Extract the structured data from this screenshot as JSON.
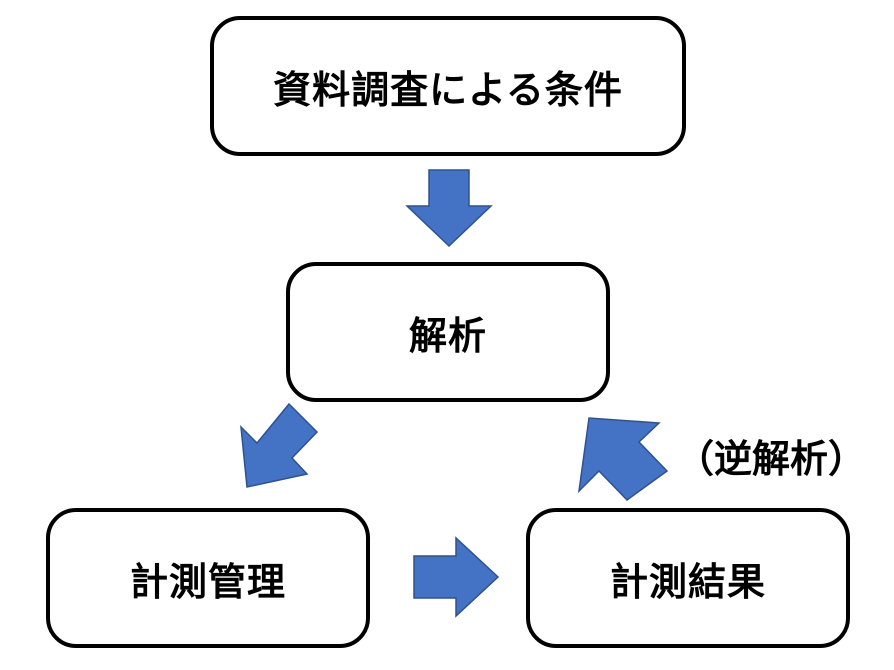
{
  "nodes": {
    "top": "資料調査による条件",
    "middle": "解析",
    "left": "計測管理",
    "right": "計測結果"
  },
  "annotation": "（逆解析）",
  "colors": {
    "arrow_fill": "#4472C4",
    "arrow_stroke": "#2F528F",
    "border": "#000000"
  }
}
